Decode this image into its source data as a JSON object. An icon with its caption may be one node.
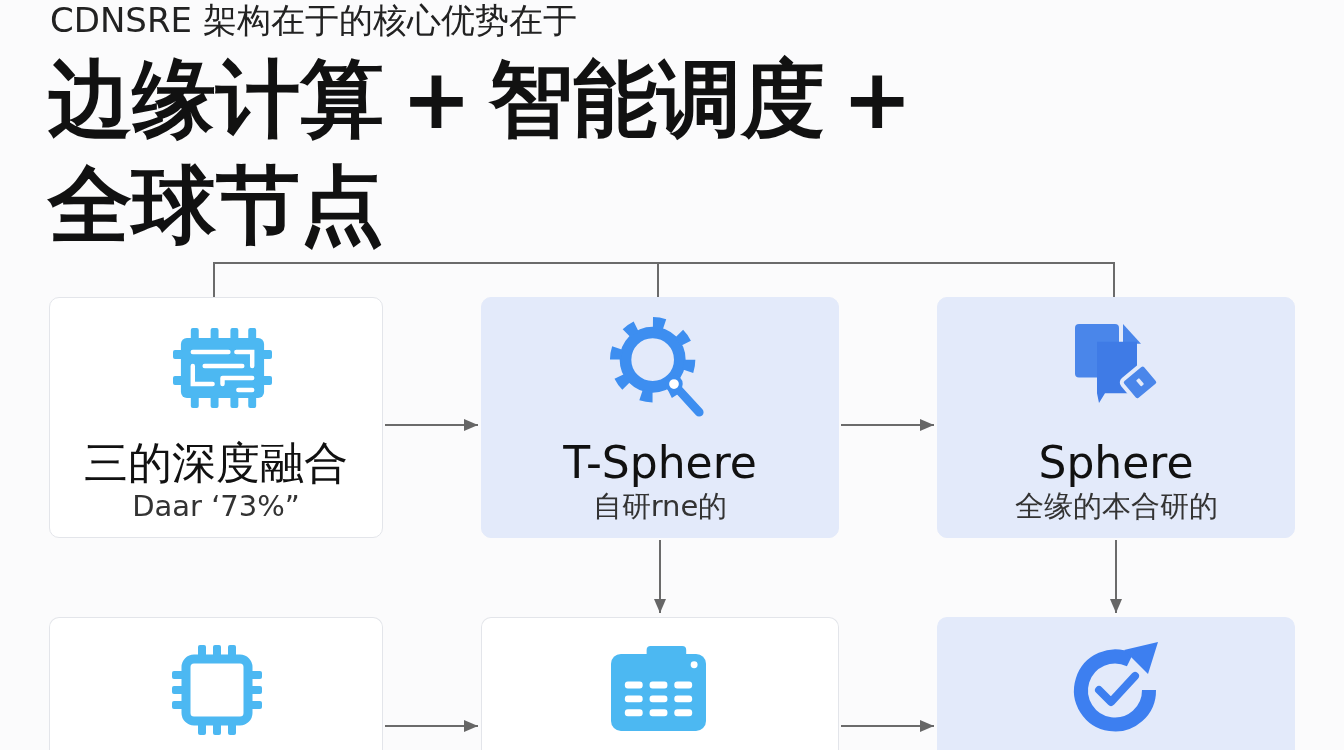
{
  "diagram": {
    "title": "边缘计算 + 智能调度 + 全球节点",
    "nodes": [
      {
        "text": [
          "三的深度融合",
          "Daar ‘73%”"
        ]
      },
      {
        "text": [
          "T-Sphere",
          "自研rne的"
        ]
      },
      {
        "text": [
          "Sphere",
          "全缘的本合研的"
        ]
      },
      {
        "text": [],
        "shape": "box"
      },
      {
        "text": [],
        "shape": "box"
      },
      {
        "text": [],
        "shape": "box"
      }
    ],
    "edges": [
      {
        "from": 0,
        "to": 1,
        "arrow": "to"
      },
      {
        "from": 1,
        "to": 2,
        "arrow": "to"
      },
      {
        "from": 1,
        "to": 4,
        "arrow": "to"
      },
      {
        "from": 2,
        "to": 5,
        "arrow": "to"
      },
      {
        "from": 3,
        "to": 4,
        "arrow": "to"
      },
      {
        "from": 4,
        "to": 5,
        "arrow": "to"
      },
      {
        "from": 0,
        "to": 1,
        "arrow": "none"
      },
      {
        "from": 0,
        "to": 2,
        "arrow": "none"
      }
    ],
    "labels": [
      "CDNSRE 架构在于的核心优势在于"
    ]
  }
}
